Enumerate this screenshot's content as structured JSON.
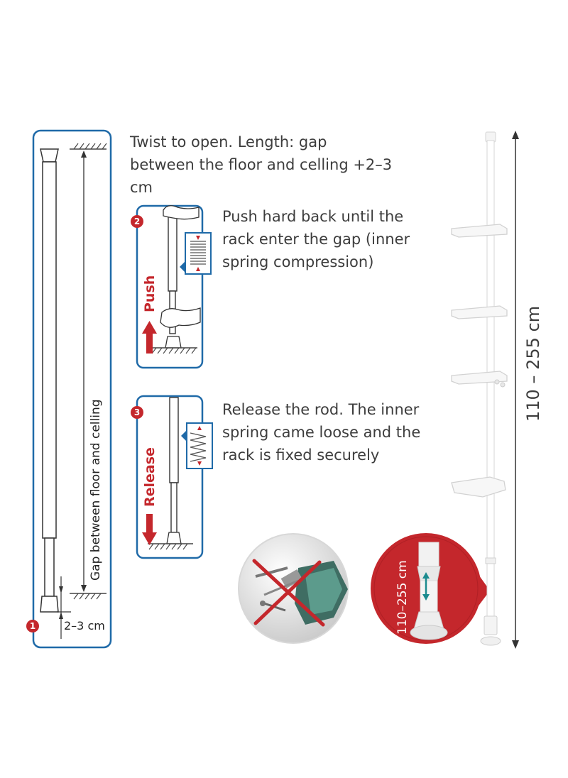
{
  "step1": {
    "number": "1",
    "instruction": "Twist to open. Length: gap between the floor and celling +2–3 cm",
    "gap_label": "Gap between floor and celling",
    "extra_label": "2–3 cm"
  },
  "step2": {
    "number": "2",
    "action_label": "Push",
    "instruction": "Push hard back until the rack enter the gap (inner spring compression)"
  },
  "step3": {
    "number": "3",
    "action_label": "Release",
    "instruction": "Release the rod. The inner spring came loose and the rack is fixed securely"
  },
  "no_drill": {
    "icon": "no-drilling-icon"
  },
  "zoom_badge": {
    "range_label": "110–255 cm"
  },
  "product": {
    "height_label": "110 – 255 cm"
  },
  "colors": {
    "frame_blue": "#1f6aa8",
    "accent_red": "#c4272c",
    "text": "#3d3d3d"
  }
}
